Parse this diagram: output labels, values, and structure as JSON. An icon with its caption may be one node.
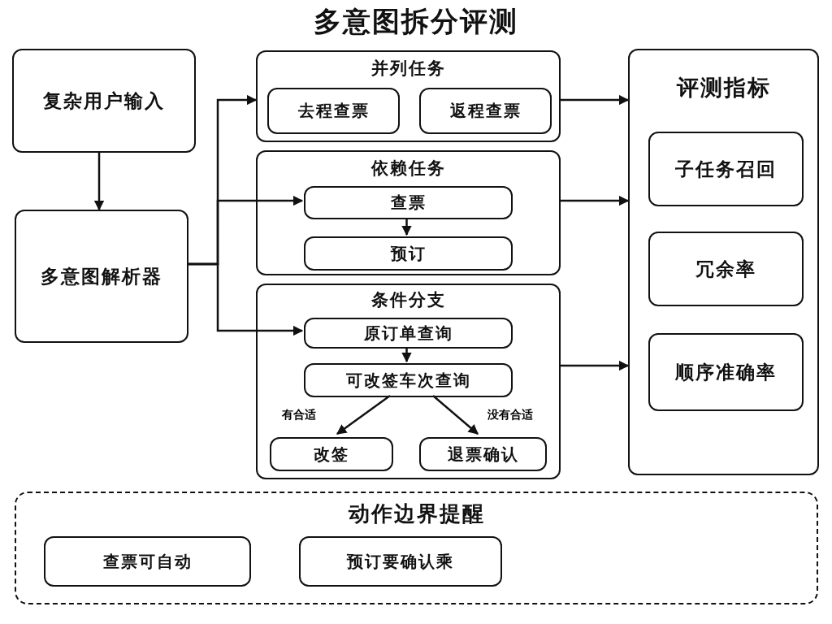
{
  "diagram": {
    "title": "多意图拆分评测",
    "nodes": [
      {
        "text": [
          "复杂用户输入"
        ]
      },
      {
        "text": [
          "多意图解析器"
        ]
      },
      {
        "text": [
          "并列任务"
        ]
      },
      {
        "text": [
          "去程查票"
        ],
        "in": 2
      },
      {
        "text": [
          "返程查票"
        ],
        "in": 2
      },
      {
        "text": [
          "依赖任务"
        ]
      },
      {
        "text": [
          "查票"
        ],
        "in": 5
      },
      {
        "text": [
          "预订"
        ],
        "in": 5
      },
      {
        "text": [
          "条件分支"
        ]
      },
      {
        "text": [
          "原订单查询"
        ],
        "in": 8
      },
      {
        "text": [
          "可改签车次查询"
        ],
        "in": 8
      },
      {
        "text": [
          "改签"
        ],
        "in": 8
      },
      {
        "text": [
          "退票确认"
        ],
        "in": 8
      },
      {
        "text": [
          "评测指标"
        ]
      },
      {
        "text": [
          "子任务召回"
        ],
        "in": 13
      },
      {
        "text": [
          "冗余率"
        ],
        "in": 13
      },
      {
        "text": [
          "顺序准确率"
        ],
        "in": 13
      },
      {
        "text": [
          "动作边界提醒"
        ]
      },
      {
        "text": [
          "查票可自动"
        ],
        "in": 17
      },
      {
        "text": [
          "预订要确认乘"
        ],
        "in": 17
      }
    ],
    "edges": [
      {
        "from": 0,
        "to": 1,
        "arrow": "to"
      },
      {
        "from": 1,
        "to": 2,
        "arrow": "to"
      },
      {
        "from": 1,
        "to": 6,
        "arrow": "to"
      },
      {
        "from": 1,
        "to": 9,
        "arrow": "to"
      },
      {
        "from": 6,
        "to": 7,
        "arrow": "to"
      },
      {
        "from": 9,
        "to": 10,
        "arrow": "to"
      },
      {
        "from": 10,
        "to": 11,
        "arrow": "to",
        "label": "有合适"
      },
      {
        "from": 10,
        "to": 12,
        "arrow": "to",
        "label": "没有合适"
      },
      {
        "from": 2,
        "to": 13,
        "arrow": "to"
      },
      {
        "from": 5,
        "to": 13,
        "arrow": "to"
      },
      {
        "from": 8,
        "to": 13,
        "arrow": "to"
      }
    ]
  }
}
